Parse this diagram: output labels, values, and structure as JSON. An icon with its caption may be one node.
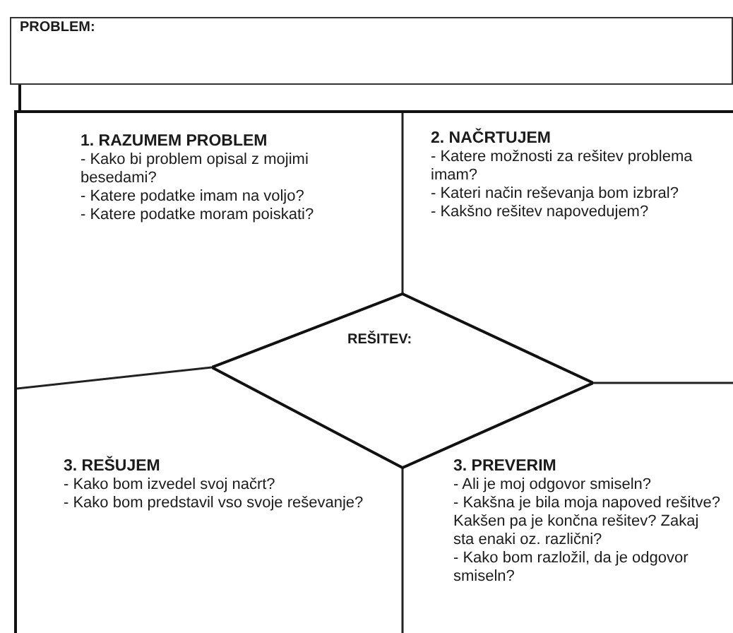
{
  "diagram": {
    "nodes": [
      {
        "text": [
          "PROBLEM:"
        ]
      },
      {
        "text": [],
        "shape": "box"
      },
      {
        "text": [
          "1. RAZUMEM PROBLEM",
          "- Kako bi problem opisal z mojimi besedami?",
          "- Katere podatke imam na voljo?",
          "- Katere podatke moram poiskati?"
        ],
        "in": 1
      },
      {
        "text": [
          "2. NAČRTUJEM",
          "- Katere možnosti za rešitev problema imam?",
          "- Kateri način reševanja bom izbral?",
          "- Kakšno rešitev napovedujem?"
        ],
        "in": 1
      },
      {
        "text": [
          "REŠITEV:"
        ],
        "in": 1
      },
      {
        "text": [
          "3. REŠUJEM",
          "- Kako bom izvedel svoj načrt?",
          "- Kako bom predstavil vso svoje reševanje?"
        ],
        "in": 1
      },
      {
        "text": [
          "3. PREVERIM",
          "- Ali je moj odgovor smiseln?",
          "- Kakšna je bila moja napoved rešitve? Kakšen pa je končna rešitev? Zakaj sta enaki oz. različni?",
          "- Kako bom razložil, da je odgovor smiseln?"
        ],
        "in": 1
      }
    ],
    "edges": [
      {
        "from": 0,
        "to": 1,
        "arrow": "none"
      }
    ]
  }
}
